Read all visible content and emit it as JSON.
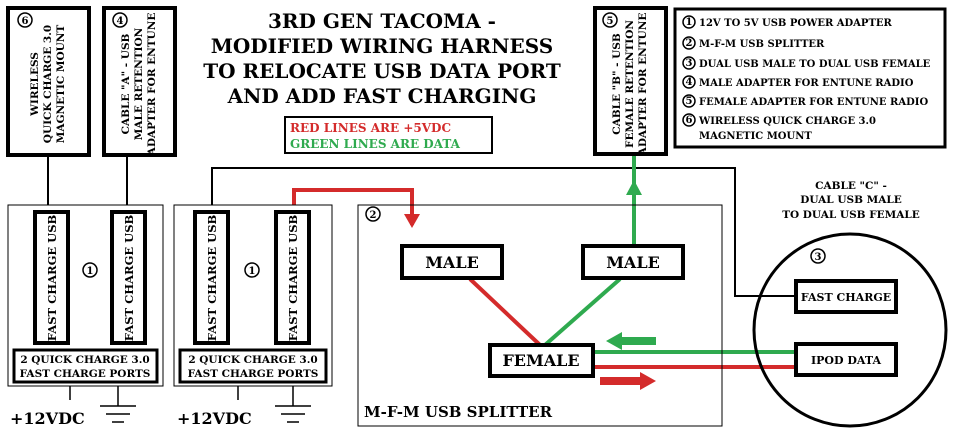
{
  "title": {
    "line1": "3RD GEN TACOMA -",
    "line2": "MODIFIED WIRING HARNESS",
    "line3": "TO RELOCATE USB DATA PORT",
    "line4": "AND ADD FAST CHARGING"
  },
  "color_legend": {
    "red_text": "RED LINES ARE +5VDC",
    "green_text": "GREEN LINES ARE DATA",
    "red_color": "#d42b2b",
    "green_color": "#2faa4f"
  },
  "parts_legend": [
    {
      "num": "1",
      "text": "12V TO 5V USB POWER ADAPTER"
    },
    {
      "num": "2",
      "text": "M-F-M USB SPLITTER"
    },
    {
      "num": "3",
      "text": "DUAL USB MALE TO DUAL USB FEMALE"
    },
    {
      "num": "4",
      "text": "MALE ADAPTER FOR ENTUNE RADIO"
    },
    {
      "num": "5",
      "text": "FEMALE ADAPTER FOR ENTUNE RADIO"
    },
    {
      "num": "6",
      "text": "WIRELESS QUICK CHARGE 3.0",
      "text2": "MAGNETIC MOUNT"
    }
  ],
  "device6": {
    "num": "6",
    "line1": "WIRELESS",
    "line2": "QUICK CHARGE 3.0",
    "line3": "MAGNETIC MOUNT"
  },
  "device4": {
    "num": "4",
    "line1": "CABLE \"A\" - USB",
    "line2": "MALE RETENTION",
    "line3": "ADAPTER FOR ENTUNE"
  },
  "device5": {
    "num": "5",
    "line1": "CABLE \"B\" - USB",
    "line2": "FEMALE RETENTION",
    "line3": "ADAPTER FOR ENTUNE"
  },
  "adapter_left": {
    "num": "1",
    "port1": "FAST CHARGE USB",
    "port2": "FAST CHARGE USB",
    "label1": "2 QUICK CHARGE 3.0",
    "label2": "FAST CHARGE PORTS",
    "supply": "+12VDC"
  },
  "adapter_right": {
    "num": "1",
    "port1": "FAST CHARGE USB",
    "port2": "FAST CHARGE USB",
    "label1": "2 QUICK CHARGE 3.0",
    "label2": "FAST CHARGE PORTS",
    "supply": "+12VDC"
  },
  "splitter": {
    "num": "2",
    "male1": "MALE",
    "male2": "MALE",
    "female": "FEMALE",
    "label": "M-F-M USB SPLITTER"
  },
  "cable_c": {
    "num": "3",
    "title1": "CABLE \"C\" -",
    "title2": "DUAL USB MALE",
    "title3": "TO DUAL USB FEMALE",
    "port1": "FAST CHARGE",
    "port2": "IPOD DATA"
  }
}
